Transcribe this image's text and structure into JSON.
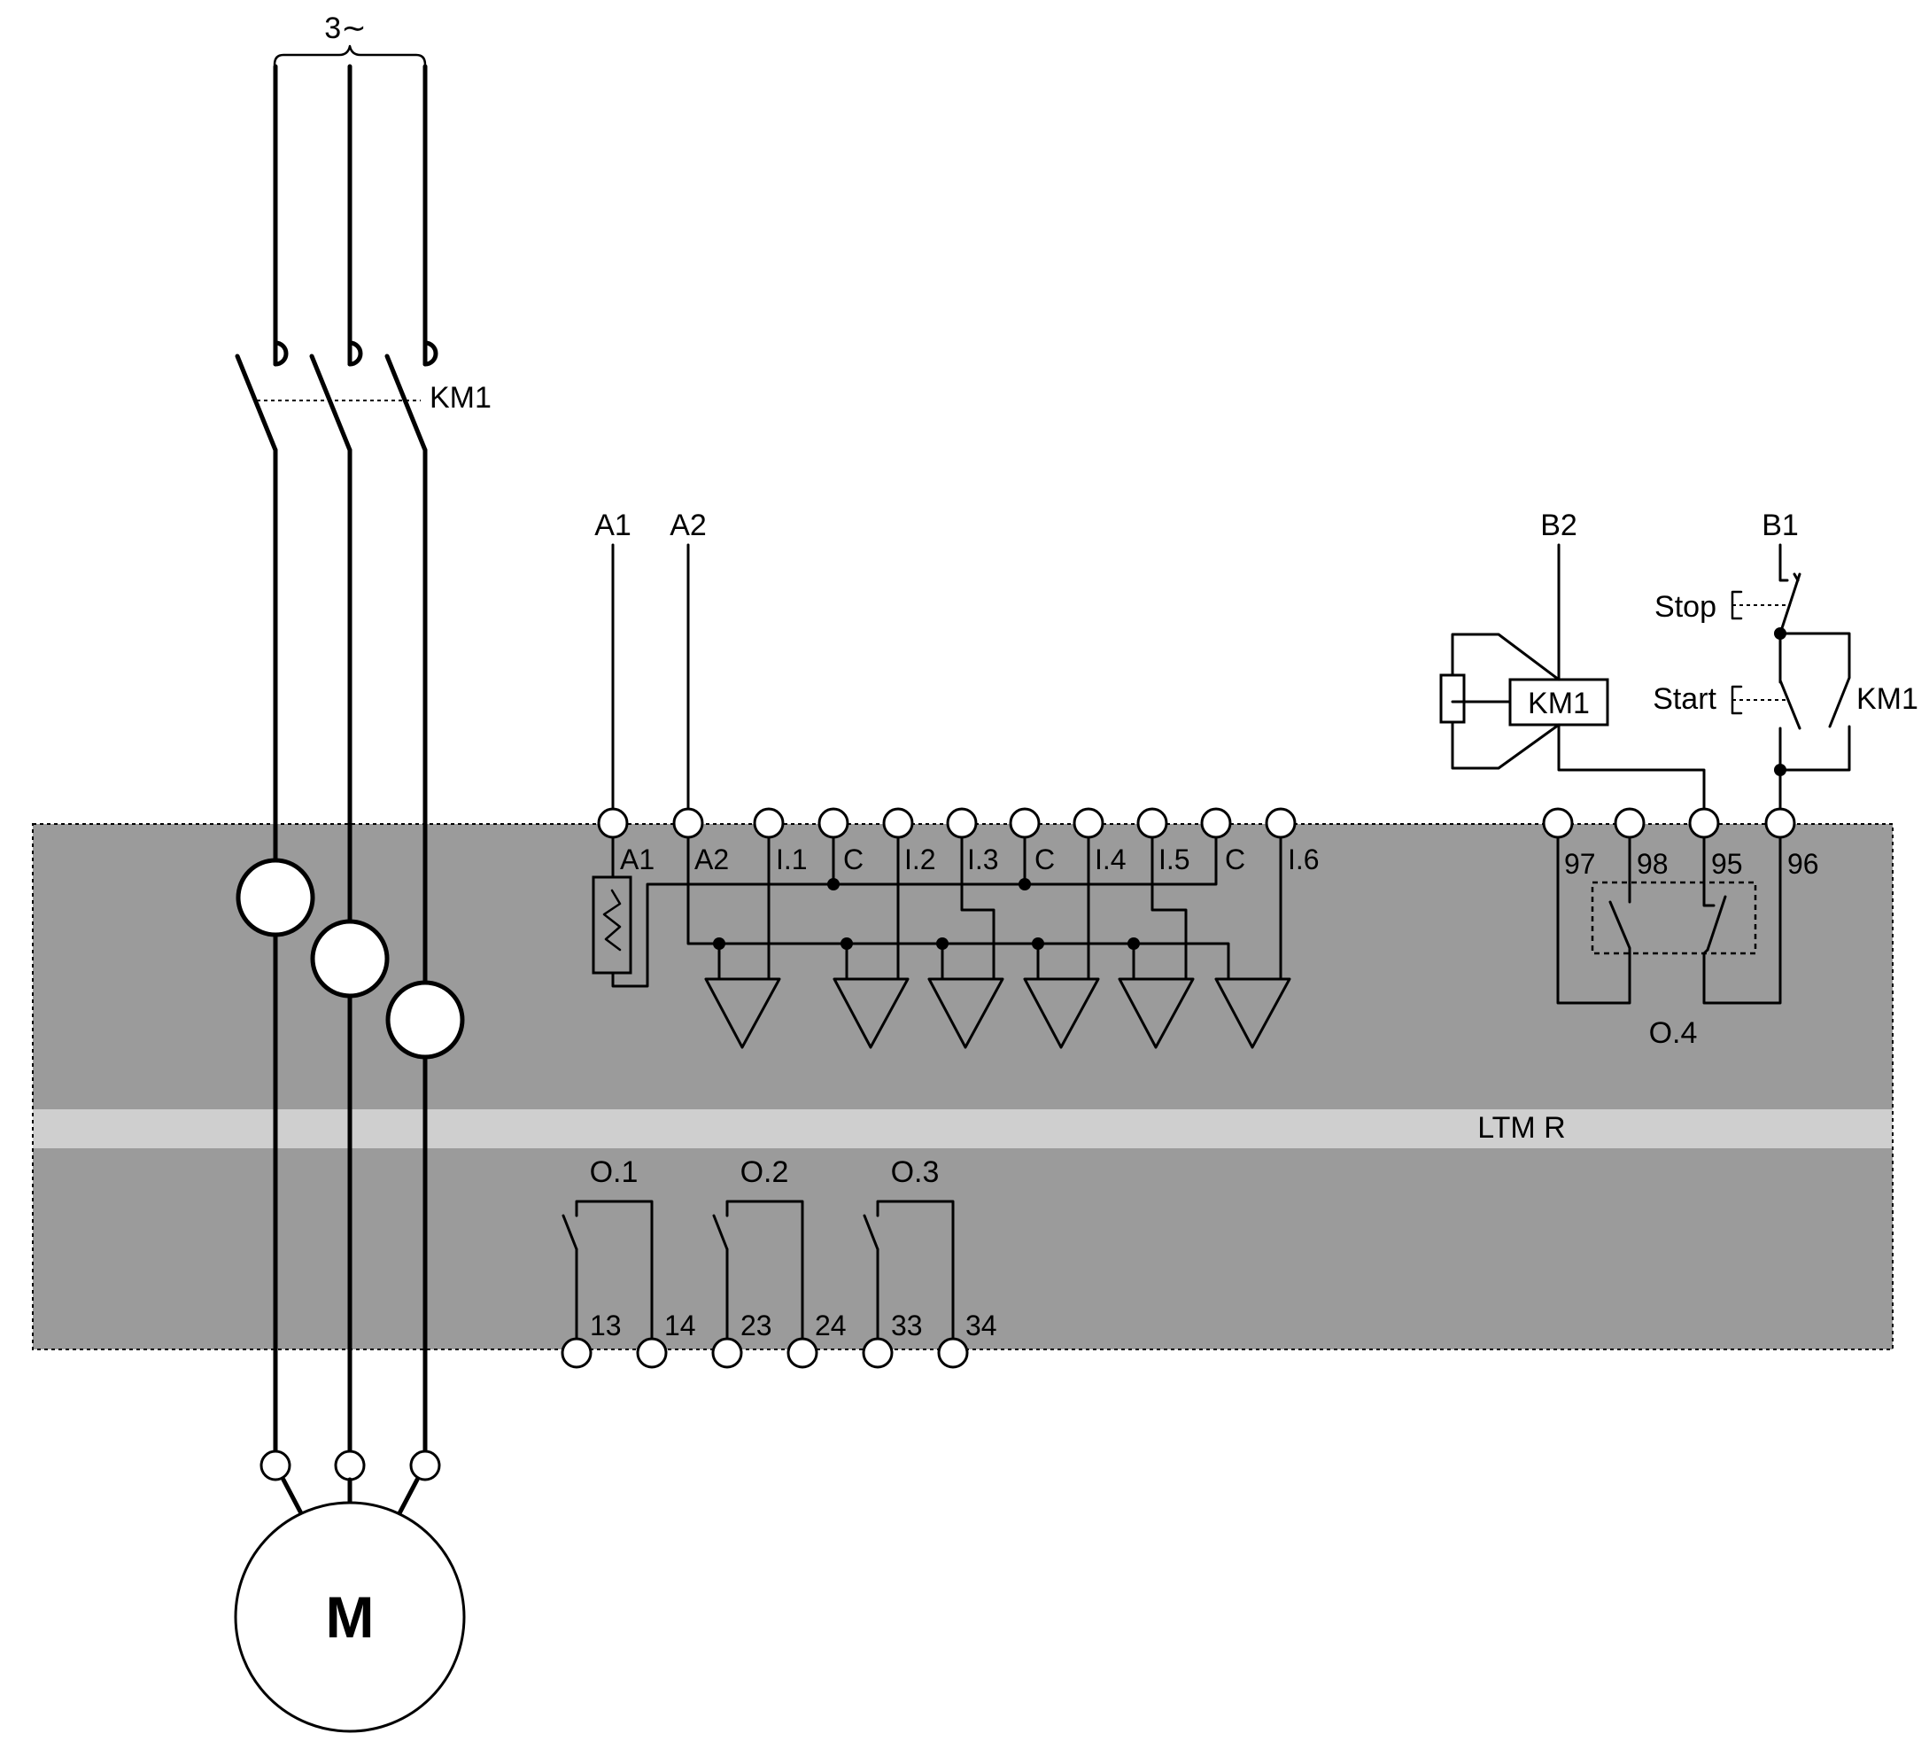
{
  "supply": {
    "phase_label": "3∼"
  },
  "contactor": {
    "name": "KM1"
  },
  "motor": {
    "label": "M"
  },
  "device": {
    "name": "LTM R"
  },
  "colors": {
    "panel": "#9b9b9b",
    "band": "#cfcfcf",
    "line": "#000000"
  },
  "control_supply": {
    "a1": "A1",
    "a2": "A2"
  },
  "inputs": {
    "terminal_labels": [
      "A1",
      "A2",
      "I.1",
      "C",
      "I.2",
      "I.3",
      "C",
      "I.4",
      "I.5",
      "C",
      "I.6"
    ]
  },
  "relay_o4": {
    "name": "O.4",
    "terminals": [
      "97",
      "98",
      "95",
      "96"
    ]
  },
  "control_circuit": {
    "b1": "B1",
    "b2": "B2",
    "stop": "Stop",
    "start": "Start",
    "coil": "KM1",
    "holding_contact": "KM1"
  },
  "outputs": [
    {
      "name": "O.1",
      "terminals": [
        "13",
        "14"
      ]
    },
    {
      "name": "O.2",
      "terminals": [
        "23",
        "24"
      ]
    },
    {
      "name": "O.3",
      "terminals": [
        "33",
        "34"
      ]
    }
  ]
}
